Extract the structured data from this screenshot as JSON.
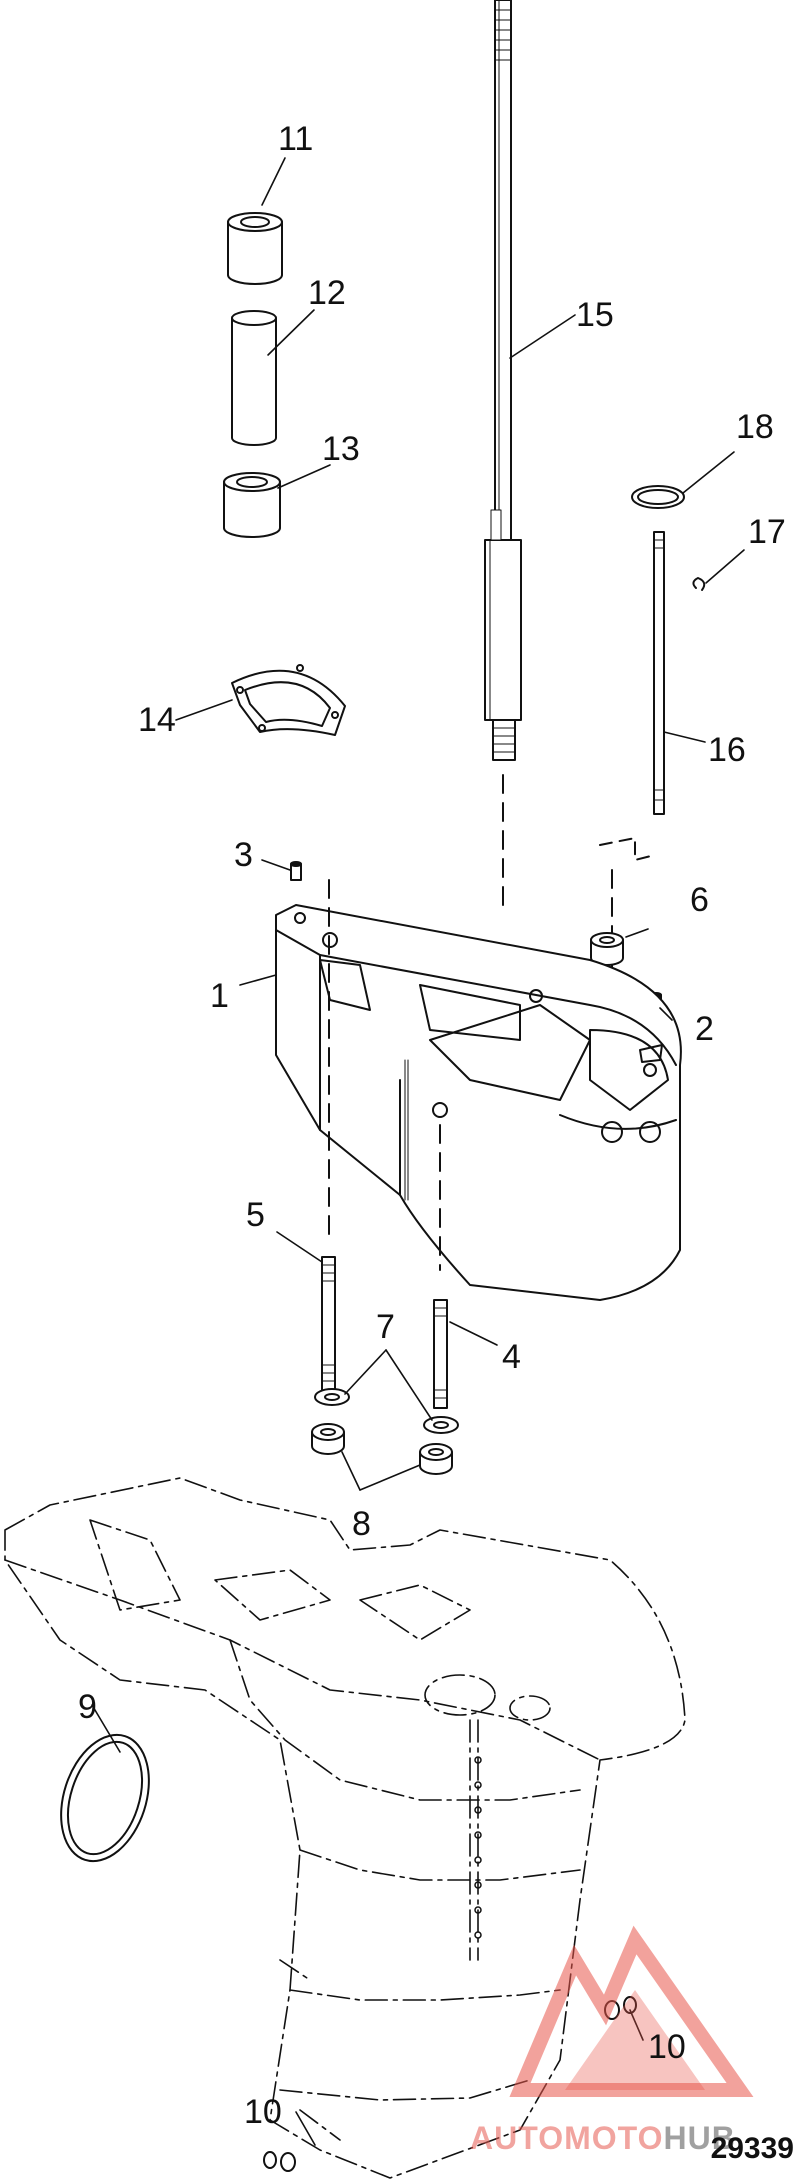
{
  "callouts": {
    "c1": "1",
    "c2": "2",
    "c3": "3",
    "c4": "4",
    "c5": "5",
    "c6": "6",
    "c7": "7",
    "c8": "8",
    "c9": "9",
    "c10a": "10",
    "c10b": "10",
    "c11": "11",
    "c12": "12",
    "c13": "13",
    "c14": "14",
    "c15": "15",
    "c16": "16",
    "c17": "17",
    "c18": "18"
  },
  "figure_number": "29339",
  "watermark": {
    "text_a": "AUTOMOTO",
    "text_b": "HUB",
    "color": "#e8554a"
  },
  "colors": {
    "line": "#111111",
    "background": "#ffffff"
  }
}
